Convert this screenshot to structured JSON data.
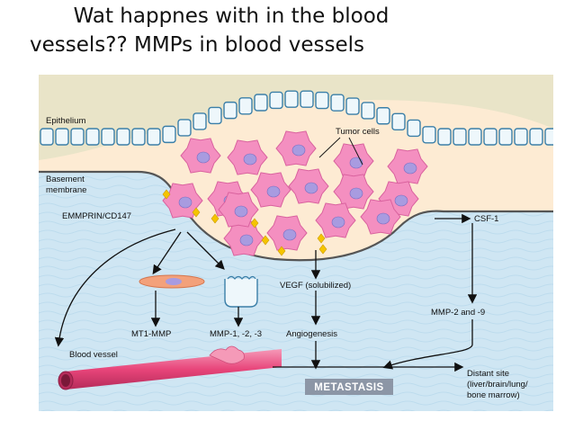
{
  "slide": {
    "title_line1": "Wat happnes with in the blood",
    "title_line2": "vessels?? MMPs in blood vessels"
  },
  "diagram": {
    "labels": {
      "epithelium": "Epithelium",
      "tumor_cells": "Tumor cells",
      "basement_line1": "Basement",
      "basement_line2": "membrane",
      "emmprin": "EMMPRIN/CD147",
      "csf": "CSF-1",
      "vegf": "VEGF (solubilized)",
      "mmp29": "MMP-2 and -9",
      "mt1": "MT1-MMP",
      "mmp123": "MMP-1, -2, -3",
      "angio": "Angiogenesis",
      "blood_vessel": "Blood vessel",
      "metastasis": "METASTASIS",
      "distant1": "Distant site",
      "distant2": "(liver/brain/lung/",
      "distant3": "bone marrow)"
    },
    "colors": {
      "tissue_blue": "#cfe6f3",
      "tumor_region": "#fdebd3",
      "cell_pink": "#f48fc0",
      "nucleus": "#a89be0",
      "diamond": "#f5c400",
      "vessel": "#e8457a",
      "metastasis_box": "#8c96a6"
    }
  }
}
